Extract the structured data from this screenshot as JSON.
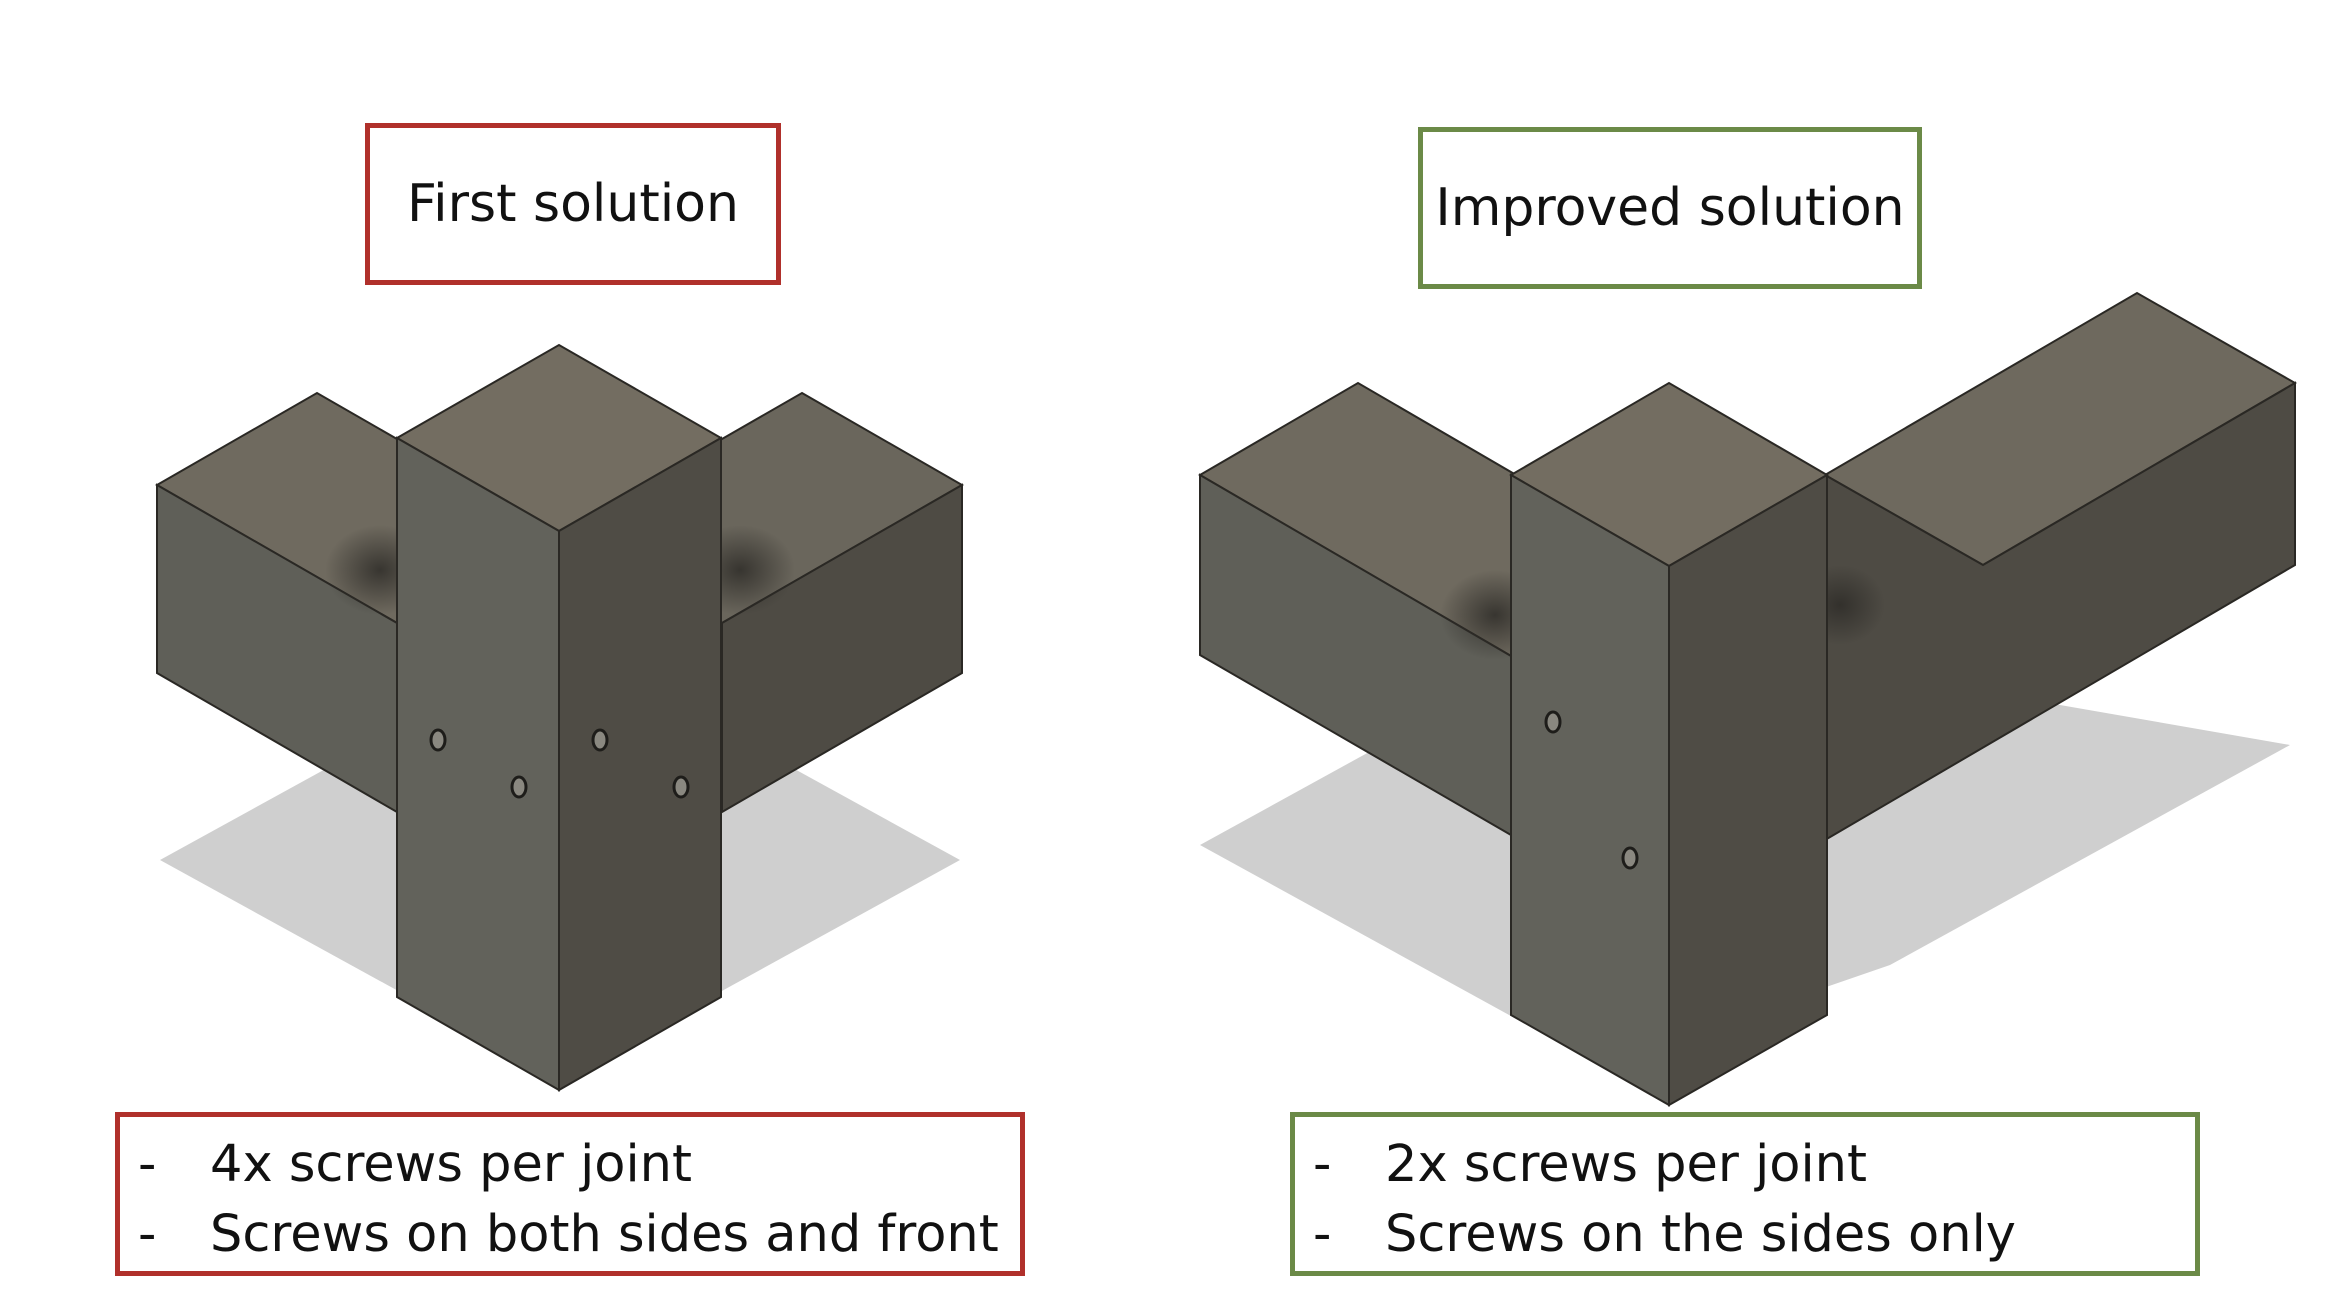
{
  "colors": {
    "first": "#b0302b",
    "improved": "#6b8a47",
    "top_face": "#6f6a5f",
    "left_face": "#5f5f58",
    "right_face": "#4e4b44",
    "edge": "#2a2824",
    "shadow": "#cfcfcf"
  },
  "first": {
    "title": "First solution",
    "notes": [
      {
        "bullet": "-",
        "text": "4x screws per joint"
      },
      {
        "bullet": "-",
        "text": "Screws on both sides and front"
      }
    ]
  },
  "improved": {
    "title": "Improved solution",
    "notes": [
      {
        "bullet": "-",
        "text": "2x screws per joint"
      },
      {
        "bullet": "-",
        "text": "Screws on the sides only"
      }
    ]
  }
}
